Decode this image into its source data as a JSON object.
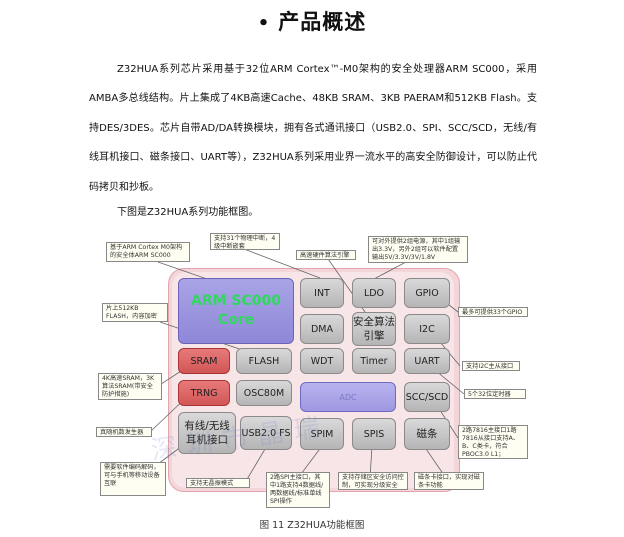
{
  "title": "产品概述",
  "bullet": "•",
  "paragraph": "Z32HUA系列芯片采用基于32位ARM Cortex™-M0架构的安全处理器ARM SC000，采用AMBA多总线结构。片上集成了4KB高速Cache、48KB SRAM、3KB PAERAM和512KB Flash。支持DES/3DES。芯片自带AD/DA转换模块，拥有各式通讯接口（USB2.0、SPI、SCC/SCD，无线/有线耳机接口、磁条接口、UART等），Z32HUA系列采用业界一流水平的高安全防御设计，可以防止代码拷贝和抄板。",
  "intro": "下图是Z32HUA系列功能框图。",
  "figure_caption": "图 11 Z32HUA功能框图",
  "blocks": {
    "core": "ARM SC000 Core",
    "int": "INT",
    "ldo": "LDO",
    "gpio": "GPIO",
    "dma": "DMA",
    "crypto": "安全算法引擎",
    "i2c": "I2C",
    "sram": "SRAM",
    "flash": "FLASH",
    "wdt": "WDT",
    "timer": "Timer",
    "uart": "UART",
    "trng": "TRNG",
    "osc": "OSC80M",
    "adc": "ADC",
    "scc": "SCC/SCD",
    "earphone": "有线/无线耳机接口",
    "usb": "USB2.0 FS",
    "spim": "SPIM",
    "spis": "SPIS",
    "magstripe": "磁条"
  },
  "notes": {
    "core": "基于ARM Cortex M0架构的安全体ARM SC000",
    "int": "支持31个物理中断，4级中断嵌套",
    "ldo": "可对外提供2组电源，其中1组输出3.3V，另外2组可以软件配置输出5V/3.3V/3V/1.8V",
    "crypto": "高速硬件算法引擎",
    "flash": "片上512KB FLASH，内容加密",
    "gpio": "最多可提供33个GPIO",
    "i2c": "支持I2C主从接口",
    "sram": "4K高速SRAM，3K算法SRAM(带安全防护措施)",
    "uart": "5个32位定时器",
    "trng": "真随机数发生器",
    "scc": "2路7816主接口1路7816从接口支持A、B、C类卡，符合PBOC3.0 L1；",
    "earphone": "需要软件编码解码，可与手机等移动设备互联",
    "usb": "支持无晶振模式",
    "spim": "2路SPI主接口，其中1路支持4数据线/两数据线/标准单线SPI操作",
    "spis": "支持存储区安全访问控制，可实现分级安全",
    "magstripe": "磁条卡接口，实现对磁条卡功能"
  },
  "watermark": "深圳市晶瑞"
}
